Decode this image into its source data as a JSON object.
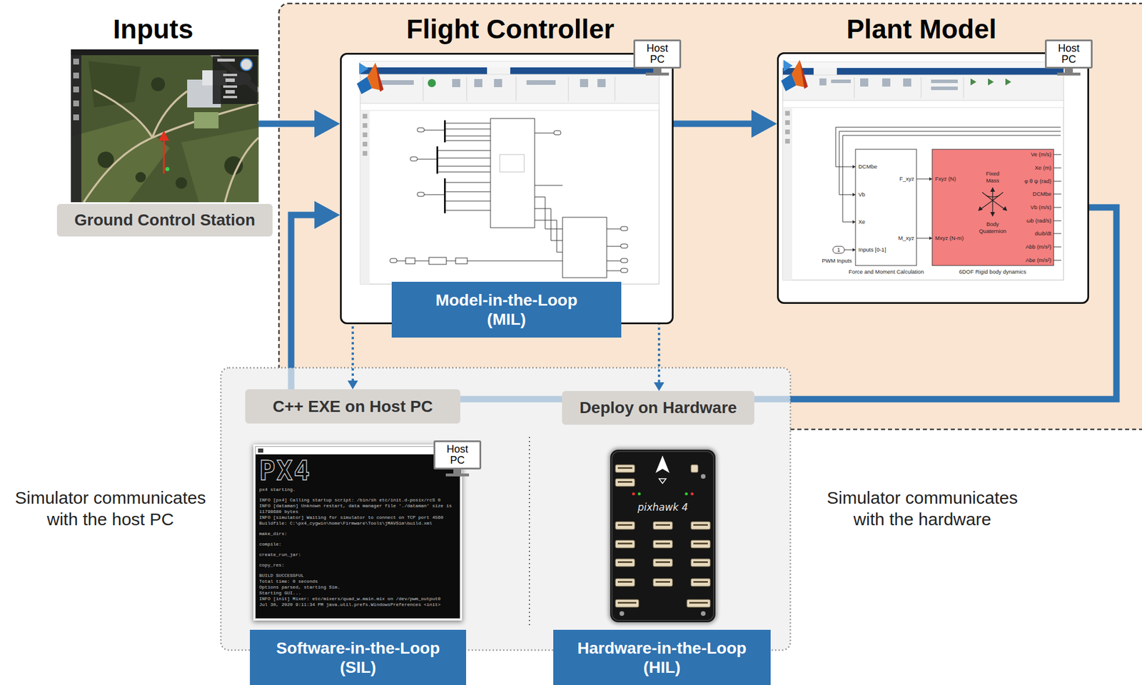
{
  "diagram": {
    "nodes": [
      {
        "text": [
          "Inputs",
          "Ground Control Station"
        ]
      },
      {
        "text": [
          "Flight Controller"
        ]
      },
      {
        "text": [
          "Host PC"
        ],
        "in": 1
      },
      {
        "text": [
          "Model-in-the-Loop (MIL)"
        ],
        "in": 1
      },
      {
        "text": [
          "Plant Model"
        ]
      },
      {
        "text": [
          "Host PC"
        ],
        "in": 4
      },
      {
        "text": [
          "C++ EXE on Host PC"
        ]
      },
      {
        "text": [
          "Deploy on Hardware"
        ]
      },
      {
        "text": [
          "PX4",
          "px4 starting.",
          "INFO [px4] Calling startup script: /bin/sh etc/init.d-posix/rcS 0",
          "INFO [dataman] Unknown restart, data manager file './dataman' size is 11798680 bytes",
          "INFO [simulator] Waiting for simulator to connect on TCP port 4560",
          "Buildfile: C:\\px4_cygwin\\home\\Firmware\\Tools\\jMAVSim\\build.xml",
          "make_dirs:",
          "compile:",
          "create_run_jar:",
          "copy_res:",
          "BUILD SUCCESSFUL",
          "Total time: 0 seconds",
          "Options parsed, starting Sim.",
          "Starting GUI...",
          "INFO [init] Mixer: etc/mixers/quad_w.main.mix on /dev/pwm_output0",
          "Jul 30, 2020 9:11:34 PM java.util.prefs.WindowsPreferences <init>"
        ]
      },
      {
        "text": [
          "Host PC"
        ],
        "in": 8
      },
      {
        "text": [
          "Software-in-the-Loop (SIL)"
        ]
      },
      {
        "text": [
          "pixhawk 4"
        ]
      },
      {
        "text": [
          "Hardware-in-the-Loop (HIL)"
        ]
      }
    ],
    "edges": [
      {
        "from": 0,
        "to": 1,
        "arrow": "to"
      },
      {
        "from": 1,
        "to": 4,
        "arrow": "to"
      },
      {
        "from": 4,
        "to": 1,
        "arrow": "to"
      },
      {
        "from": 3,
        "to": 6,
        "arrow": "both"
      },
      {
        "from": 3,
        "to": 7,
        "arrow": "both"
      }
    ],
    "labels": [
      "Simulator communicates with the host PC",
      "Simulator communicates with the hardware",
      "DCMbe",
      "Vb",
      "Xe",
      "Inputs [0-1]",
      "1",
      "PWM Inputs",
      "F_xyz",
      "M_xyz",
      "Force and Moment Calculation",
      "Fxyz (N)",
      "Mxyz (N-m)",
      "Fixed Mass",
      "Body Quaternion",
      "6DOF Rigid body dynamics",
      "Ve (m/s)",
      "Xe (m)",
      "φ θ ψ (rad)",
      "DCMbe",
      "Vb (m/s)",
      "ωb (rad/s)",
      "dωb/dt",
      "Abb (m/s²)",
      "Abe (m/s²)"
    ]
  }
}
